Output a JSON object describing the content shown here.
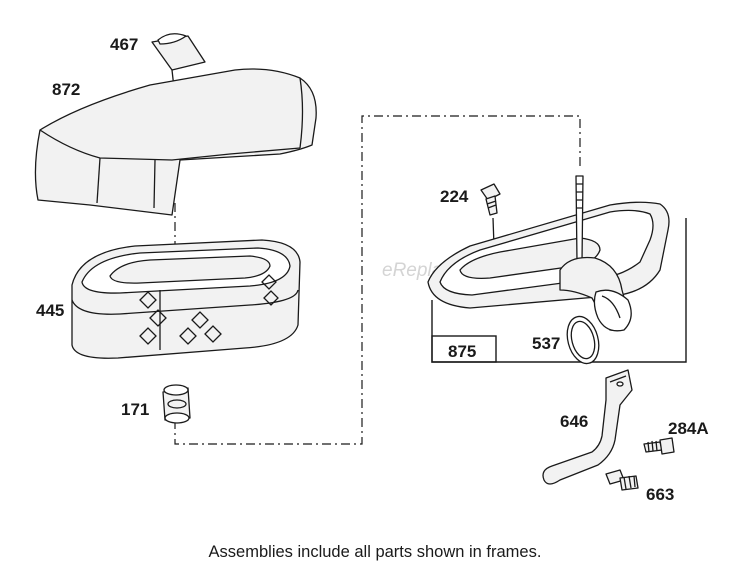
{
  "watermark": "eReplacementParts.com",
  "labels": {
    "p467": "467",
    "p872": "872",
    "p445": "445",
    "p171": "171",
    "p224": "224",
    "p875": "875",
    "p537": "537",
    "p646": "646",
    "p284a": "284A",
    "p663": "663"
  },
  "footnote": "Assemblies include all parts shown in frames."
}
